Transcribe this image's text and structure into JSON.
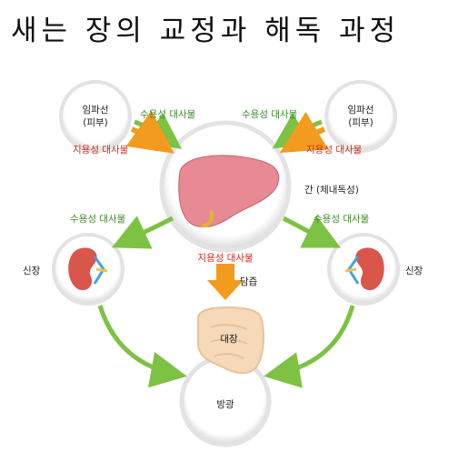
{
  "title": "새는 장의 교정과 해독 과정",
  "lymph_left": {
    "line1": "임파선",
    "line2": "(피부)"
  },
  "lymph_right": {
    "line1": "임파선",
    "line2": "(피부)"
  },
  "liver_label": "간 (체내독성)",
  "kidney_left_label": "신장",
  "kidney_right_label": "신장",
  "colon_label": "대장",
  "bladder_label": "방광",
  "bile_label": "담즙",
  "arrows": {
    "top_left_green": "수용성 대사물",
    "top_right_green": "수용성 대사물",
    "top_left_orange": "지용성 대사물",
    "top_right_orange": "지용성 대사물",
    "mid_left_green": "수용성 대사물",
    "mid_right_green": "수용성 대사물",
    "center_orange": "지용성 대사물"
  },
  "colors": {
    "green_arrow": "#7dc242",
    "orange_arrow": "#f29b1e",
    "green_text": "#3f8a2a",
    "red_text": "#d12a1e",
    "liver": "#e88a93",
    "kidney": "#d9564a",
    "colon": "#f5d9b8",
    "circle_rim": "#dcdcdc"
  }
}
